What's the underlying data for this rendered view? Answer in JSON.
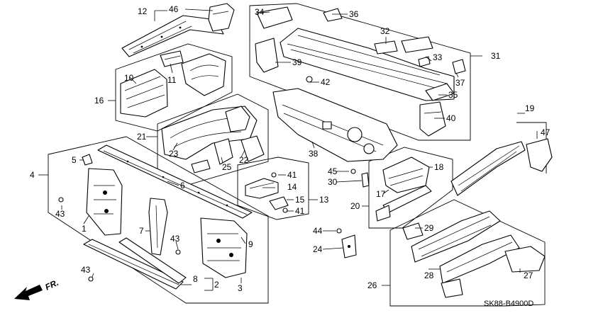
{
  "callouts": {
    "c1": "1",
    "c2": "2",
    "c3": "3",
    "c4": "4",
    "c5": "5",
    "c6": "6",
    "c7": "7",
    "c8": "8",
    "c9": "9",
    "c10": "10",
    "c11": "11",
    "c12": "12",
    "c13": "13",
    "c14": "14",
    "c15": "15",
    "c16": "16",
    "c17": "17",
    "c18": "18",
    "c19": "19",
    "c20": "20",
    "c21": "21",
    "c22": "22",
    "c23": "23",
    "c24": "24",
    "c25": "25",
    "c26": "26",
    "c27": "27",
    "c28": "28",
    "c29": "29",
    "c30": "30",
    "c31": "31",
    "c32": "32",
    "c33": "33",
    "c34": "34",
    "c35": "35",
    "c36": "36",
    "c37": "37",
    "c38": "38",
    "c39": "39",
    "c40": "40",
    "c41a": "41",
    "c41b": "41",
    "c42": "42",
    "c43a": "43",
    "c43b": "43",
    "c43c": "43",
    "c44": "44",
    "c45": "45",
    "c46": "46",
    "c47": "47"
  },
  "direction_label": "FR.",
  "diagram_code": "SK88-B4900D"
}
